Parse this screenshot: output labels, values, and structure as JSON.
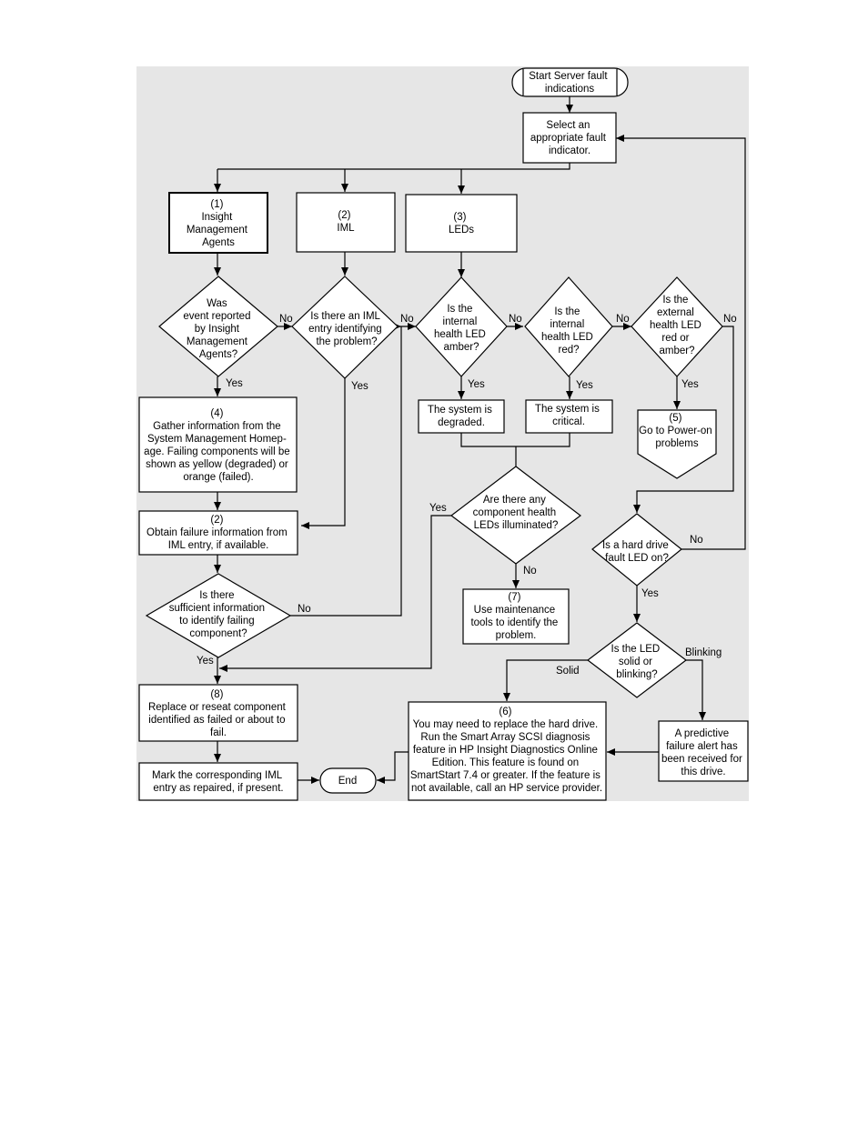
{
  "nodes": {
    "start": [
      "Start Server fault",
      "indications"
    ],
    "select": [
      "Select an",
      "appropriate fault",
      "indicator."
    ],
    "ima": [
      "(1)",
      "Insight",
      "Management",
      "Agents"
    ],
    "iml": [
      "(2)",
      "IML"
    ],
    "leds": [
      "(3)",
      "LEDs"
    ],
    "q_event": [
      "Was",
      "event reported",
      "by Insight",
      "Management",
      "Agents?"
    ],
    "q_iml": [
      "Is there an IML",
      "entry identifying",
      "the problem?"
    ],
    "q_internal_amber": [
      "Is the",
      "internal",
      "health LED",
      "amber?"
    ],
    "q_internal_red": [
      "Is the",
      "internal",
      "health LED",
      "red?"
    ],
    "q_external": [
      "Is the",
      "external",
      "health LED",
      "red or",
      "amber?"
    ],
    "gather": [
      "(4)",
      "Gather information from the",
      "System Management Homep-",
      "age. Failing components will be",
      "shown as yellow (degraded) or",
      "orange (failed)."
    ],
    "degraded": [
      "The system is",
      "degraded."
    ],
    "critical": [
      "The system is",
      "critical."
    ],
    "power_on": [
      "(5)",
      "Go to Power-on",
      "problems"
    ],
    "obtain": [
      "(2)",
      "Obtain failure information from",
      "IML entry, if available."
    ],
    "q_component": [
      "Are there any",
      "component health",
      "LEDs illuminated?"
    ],
    "q_hdd": [
      "Is a hard drive",
      "fault LED on?"
    ],
    "q_sufficient": [
      "Is there",
      "sufficient information",
      "to identify failing",
      "component?"
    ],
    "maintenance": [
      "(7)",
      "Use maintenance",
      "tools to identify the",
      "problem."
    ],
    "q_solid": [
      "Is the LED",
      "solid or",
      "blinking?"
    ],
    "replace": [
      "(8)",
      "Replace or reseat component",
      "identified as failed or about to",
      "fail."
    ],
    "hdd_replace": [
      "(6)",
      "You may need to replace the hard drive.",
      "Run the Smart Array SCSI diagnosis",
      "feature in HP Insight Diagnostics Online",
      "Edition. This feature is found on",
      "SmartStart 7.4 or greater. If the feature is",
      "not available, call an HP service provider."
    ],
    "predictive": [
      "A predictive",
      "failure alert has",
      "been received for",
      "this drive."
    ],
    "mark": [
      "Mark the corresponding IML",
      "entry as repaired, if present."
    ],
    "end": [
      "End"
    ]
  },
  "labels": {
    "event_no": "No",
    "event_yes": "Yes",
    "iml_no": "No",
    "iml_yes": "Yes",
    "amber_no": "No",
    "amber_yes": "Yes",
    "red_no": "No",
    "red_yes": "Yes",
    "external_no": "No",
    "external_yes": "Yes",
    "component_yes": "Yes",
    "component_no": "No",
    "hdd_no": "No",
    "hdd_yes": "Yes",
    "sufficient_no": "No",
    "sufficient_yes": "Yes",
    "solid": "Solid",
    "blinking": "Blinking"
  }
}
